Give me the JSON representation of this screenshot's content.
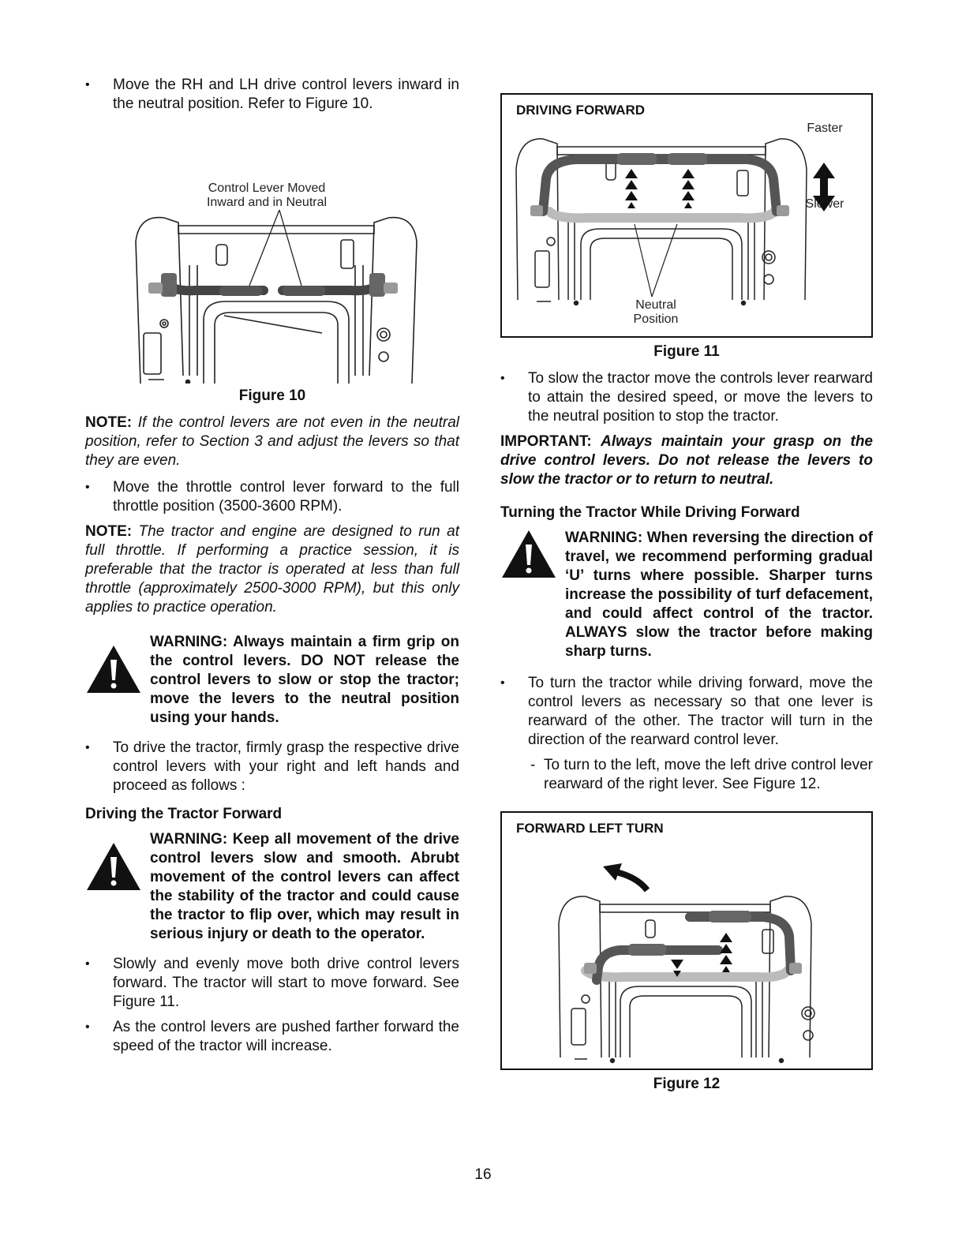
{
  "left": {
    "bullet1": "Move the RH and LH drive control levers inward in the neutral position. Refer to Figure 10.",
    "figure10": {
      "callout_line1": "Control Lever Moved",
      "callout_line2": "Inward and in Neutral",
      "caption": "Figure 10"
    },
    "note1": {
      "label": "NOTE:",
      "text": "If the control levers are not even in the neutral position, refer to Section 3 and adjust the levers so that they are even."
    },
    "bullet2": "Move the throttle control lever forward to the full throttle position (3500-3600 RPM).",
    "note2": {
      "label": "NOTE:",
      "text": "The tractor and engine are designed to run at full throttle. If performing a practice session, it is preferable that the tractor is operated at less than full throttle (approximately 2500-3000 RPM), but this only applies to practice operation."
    },
    "warning1": "WARNING: Always maintain a firm grip on the control levers. DO NOT release the control levers to slow or stop the tractor; move the levers to the neutral position using your hands.",
    "bullet3": "To drive the tractor, firmly grasp the respective drive control levers with your right and left hands and proceed as follows :",
    "heading1": "Driving the Tractor Forward",
    "warning2": "WARNING: Keep all movement of the drive control levers slow and smooth. Abrubt movement of the control levers can affect the stability of the tractor and could cause the tractor to flip over, which may result in serious injury or death to the operator.",
    "bullet4": "Slowly and evenly move both drive control levers forward. The tractor will start to move forward. See Figure 11.",
    "bullet5": "As the control levers are pushed farther forward the speed of the tractor will increase."
  },
  "right": {
    "figure11": {
      "box_title": "DRIVING FORWARD",
      "faster": "Faster",
      "slower": "Slower",
      "neutral_line1": "Neutral",
      "neutral_line2": "Position",
      "caption": "Figure 11"
    },
    "bullet1": "To slow the tractor move the controls lever rearward to attain the desired speed, or move the levers to the neutral position to stop the tractor.",
    "important": {
      "label": "IMPORTANT:",
      "text": "Always maintain your grasp on the drive control levers. Do not release the levers to slow the tractor or to return to neutral."
    },
    "heading1": "Turning the Tractor While Driving Forward",
    "warning1": "WARNING: When reversing the direction of travel, we recommend performing gradual ‘U’ turns where possible. Sharper turns increase the possibility of turf defacement, and could affect control of the tractor. ALWAYS slow the tractor before making sharp turns.",
    "bullet2": "To turn the tractor while driving forward, move the control levers as necessary so that one lever is rearward of the other. The tractor will turn in the direction of the rearward control lever.",
    "dash1": "To turn to the left, move the left drive control lever rearward of the right lever. See Figure 12.",
    "figure12": {
      "box_title": "FORWARD LEFT TURN",
      "caption": "Figure 12"
    }
  },
  "page_number": "16"
}
